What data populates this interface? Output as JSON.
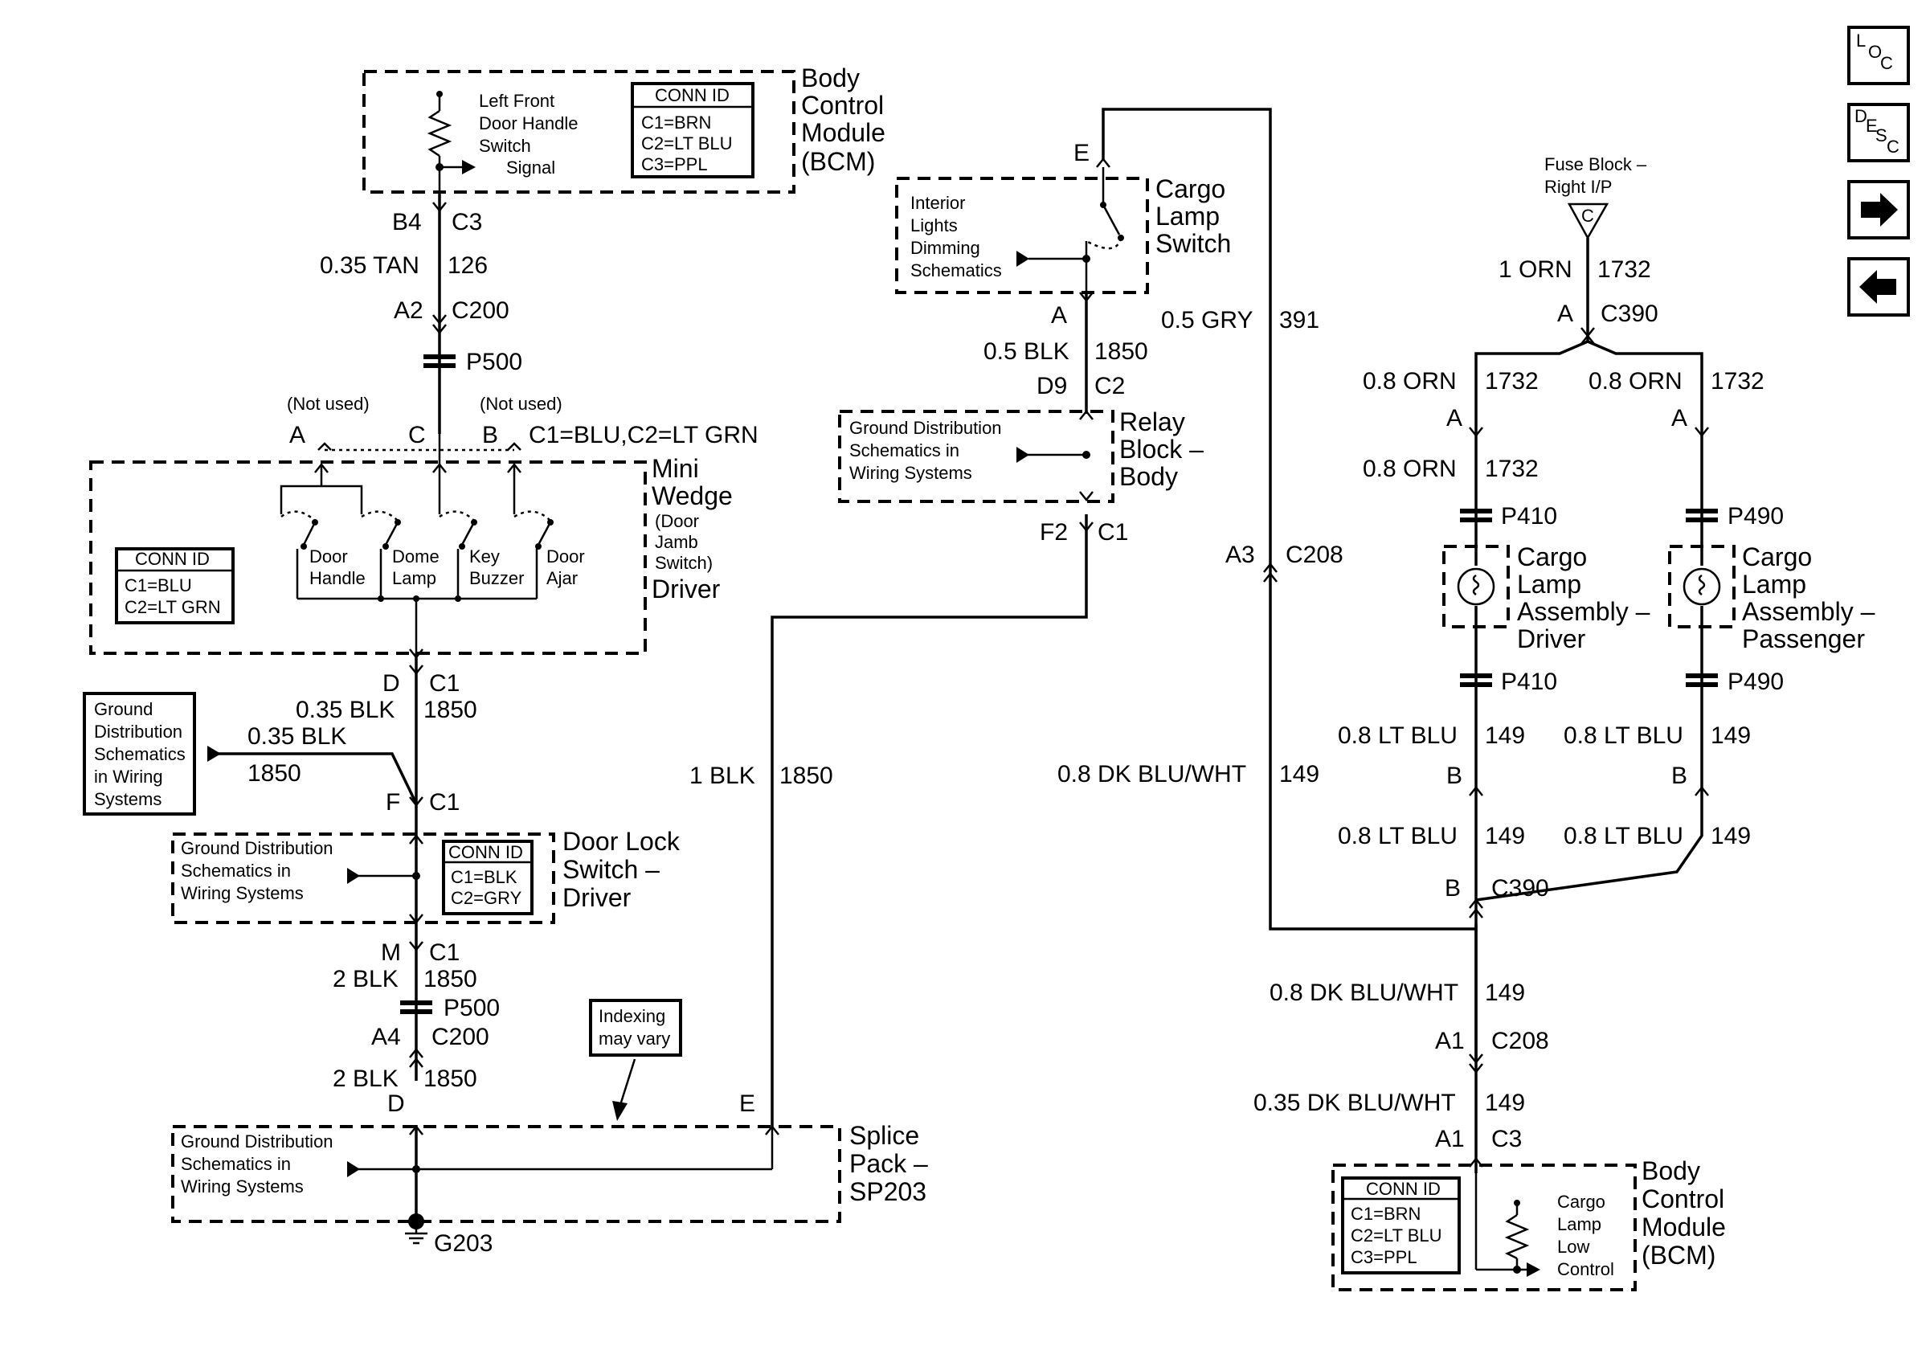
{
  "bcm_top": {
    "title": [
      "Body",
      "Control",
      "Module",
      "(BCM)"
    ],
    "signal": [
      "Left Front",
      "Door Handle",
      "Switch",
      "Signal"
    ],
    "conn_header": "CONN ID",
    "conn": [
      "C1=BRN",
      "C2=LT BLU",
      "C3=PPL"
    ]
  },
  "wire_b4": {
    "pin": "B4",
    "conn": "C3",
    "gauge": "0.35 TAN",
    "circuit": "126",
    "pin2": "A2",
    "conn2": "C200",
    "inline": "P500"
  },
  "mini_wedge": {
    "not_used_a": "(Not used)",
    "not_used_b": "(Not used)",
    "pin_a": "A",
    "pin_c": "C",
    "pin_b": "B",
    "conn": [
      "C1=BLU",
      "C2=LT GRN"
    ],
    "title": [
      "Mini",
      "Wedge"
    ],
    "subtitle": [
      "(Door",
      "Jamb",
      "Switch)"
    ],
    "title2": "Driver",
    "switches": [
      [
        "Door",
        "Handle"
      ],
      [
        "Dome",
        "Lamp"
      ],
      [
        "Key",
        "Buzzer"
      ],
      [
        "Door",
        "Ajar"
      ]
    ],
    "conn_header": "CONN ID"
  },
  "wire_d": {
    "pin": "D",
    "conn": "C1",
    "gauge": "0.35 BLK",
    "circuit": "1850"
  },
  "ground_left": {
    "text": [
      "Ground",
      "Distribution",
      "Schematics",
      "in Wiring",
      "Systems"
    ],
    "gauge": "0.35 BLK",
    "circuit": "1850"
  },
  "door_lock": {
    "pin_f": "F",
    "conn_f": "C1",
    "gnd": [
      "Ground Distribution",
      "Schematics in",
      "Wiring Systems"
    ],
    "conn_header": "CONN ID",
    "conn": [
      "C1=BLK",
      "C2=GRY"
    ],
    "title": [
      "Door Lock",
      "Switch –",
      "Driver"
    ],
    "pin_m": "M",
    "conn_m": "C1"
  },
  "wire_m": {
    "gauge": "2 BLK",
    "circuit": "1850",
    "inline": "P500",
    "pin": "A4",
    "conn": "C200",
    "gauge2": "2 BLK",
    "circuit2": "1850",
    "pin_d": "D"
  },
  "splice": {
    "indexing": [
      "Indexing",
      "may vary"
    ],
    "gnd": [
      "Ground Distribution",
      "Schematics in",
      "Wiring Systems"
    ],
    "pin_e": "E",
    "title": [
      "Splice",
      "Pack –",
      "SP203"
    ],
    "ground": "G203"
  },
  "center_blk": {
    "gauge": "1 BLK",
    "circuit": "1850"
  },
  "cargo_switch": {
    "pin_e": "E",
    "dim": [
      "Interior",
      "Lights",
      "Dimming",
      "Schematics"
    ],
    "title": [
      "Cargo",
      "Lamp",
      "Switch"
    ],
    "pin_a": "A",
    "gauge": "0.5 BLK",
    "circuit": "1850",
    "pin_d9": "D9",
    "conn_d9": "C2"
  },
  "relay_block": {
    "gnd": [
      "Ground Distribution",
      "Schematics in",
      "Wiring Systems"
    ],
    "title": [
      "Relay",
      "Block –",
      "Body"
    ],
    "pin_f2": "F2",
    "conn_f2": "C1"
  },
  "gry_wire": {
    "gauge": "0.5 GRY",
    "circuit": "391",
    "pin": "A3",
    "conn": "C208",
    "gauge2": "0.8 DK BLU/WHT",
    "circuit2": "149"
  },
  "fuse": {
    "title": [
      "Fuse Block –",
      "Right I/P"
    ],
    "letter": "C",
    "gauge": "1 ORN",
    "circuit": "1732",
    "pin": "A",
    "conn": "C390"
  },
  "lamp_driver": {
    "gauge_top": "0.8 ORN",
    "circuit_top": "1732",
    "pin_a": "A",
    "gauge_mid": "0.8 ORN",
    "circuit_mid": "1732",
    "inline_top": "P410",
    "title": [
      "Cargo",
      "Lamp",
      "Assembly –",
      "Driver"
    ],
    "inline_bot": "P410",
    "gauge_b": "0.8 LT BLU",
    "circuit_b": "149",
    "pin_b": "B",
    "gauge_b2": "0.8 LT BLU",
    "circuit_b2": "149"
  },
  "lamp_pass": {
    "gauge_top": "0.8 ORN",
    "circuit_top": "1732",
    "pin_a": "A",
    "inline_top": "P490",
    "title": [
      "Cargo",
      "Lamp",
      "Assembly –",
      "Passenger"
    ],
    "inline_bot": "P490",
    "gauge_b": "0.8 LT BLU",
    "circuit_b": "149",
    "pin_b": "B",
    "gauge_b2": "0.8 LT BLU",
    "circuit_b2": "149"
  },
  "bottom_right": {
    "pin_b": "B",
    "conn_b": "C390",
    "gauge": "0.8 DK BLU/WHT",
    "circuit": "149",
    "pin_a1": "A1",
    "conn_a1": "C208",
    "gauge2": "0.35 DK BLU/WHT",
    "circuit2": "149",
    "pin_a1b": "A1",
    "conn_c3": "C3"
  },
  "bcm_bottom": {
    "conn_header": "CONN ID",
    "conn": [
      "C1=BRN",
      "C2=LT BLU",
      "C3=PPL"
    ],
    "signal": [
      "Cargo",
      "Lamp",
      "Low",
      "Control"
    ],
    "title": [
      "Body",
      "Control",
      "Module",
      "(BCM)"
    ]
  },
  "nav": {
    "loc": [
      "L",
      "O",
      "C"
    ],
    "desc": [
      "D",
      "E",
      "S",
      "C"
    ]
  }
}
